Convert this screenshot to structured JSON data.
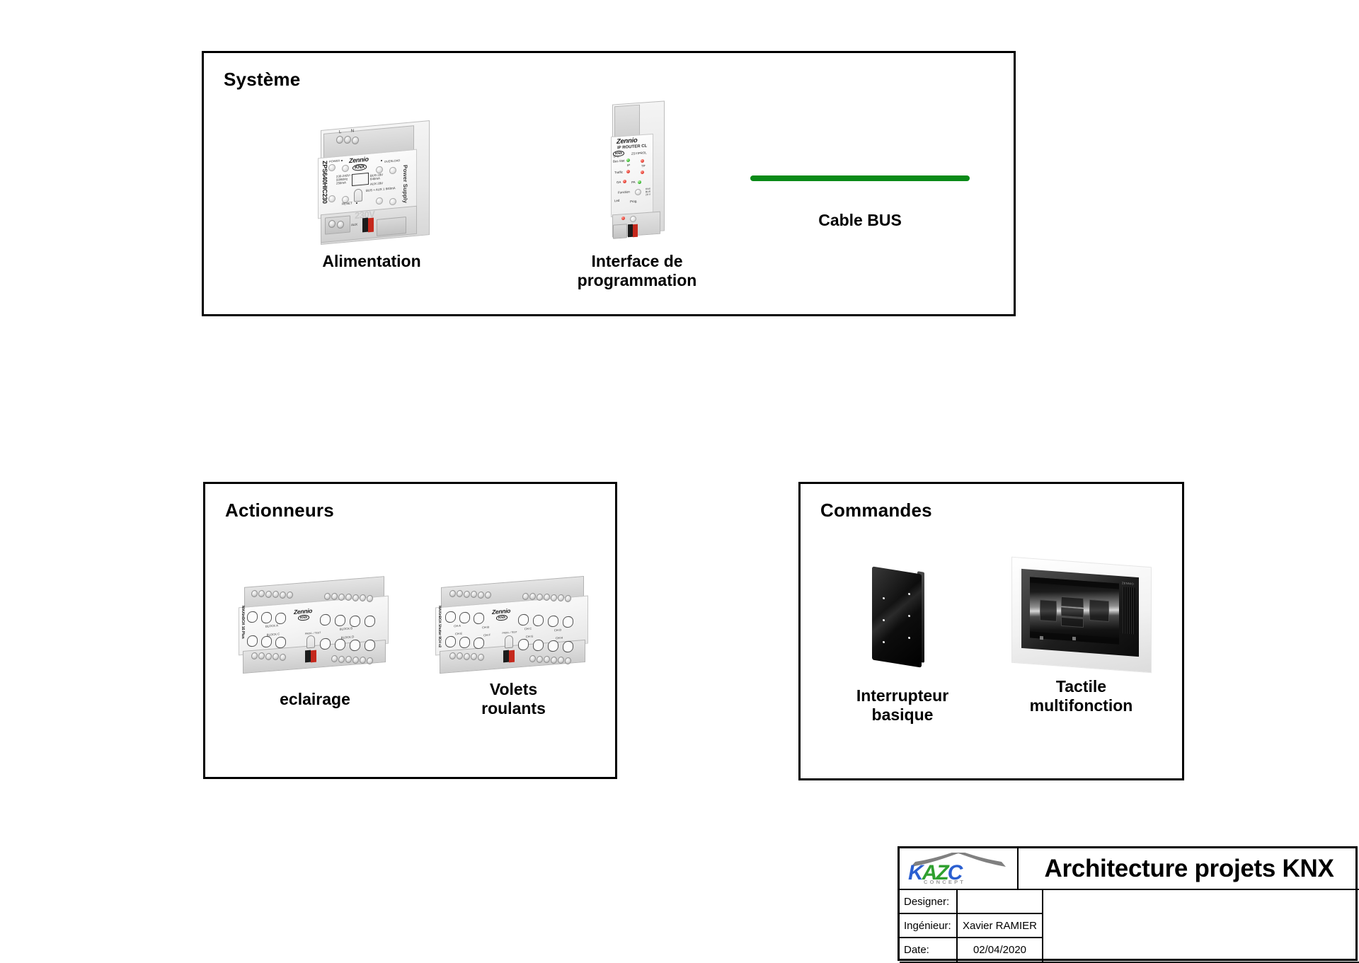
{
  "page": {
    "background": "#ffffff",
    "accent_green": "#0a8a18",
    "logo_blue": "#2b5fd0",
    "logo_green": "#2fa02f"
  },
  "groups": [
    {
      "id": "systeme",
      "title": "Système",
      "devices": [
        {
          "name": "alimentation",
          "label": "Alimentation"
        },
        {
          "name": "interface-programmation",
          "label": "Interface de\nprogrammation"
        },
        {
          "name": "cable-bus",
          "label": "Cable BUS"
        }
      ]
    },
    {
      "id": "actionneurs",
      "title": "Actionneurs",
      "devices": [
        {
          "name": "actuator-eclairage",
          "label": "eclairage"
        },
        {
          "name": "actuator-volets",
          "label": "Volets\nroulants"
        }
      ]
    },
    {
      "id": "commandes",
      "title": "Commandes",
      "devices": [
        {
          "name": "interrupteur-basique",
          "label": "Interrupteur\nbasique"
        },
        {
          "name": "tactile-multifonction",
          "label": "Tactile\nmultifonction"
        }
      ]
    }
  ],
  "device_art": {
    "power_supply": {
      "brand": "Zennio",
      "standard": "KNX",
      "model_code": "ZPS640HIC230",
      "side_text": "Power Supply",
      "led_power_label": "POWER",
      "led_overload_label": "OVERLOAD",
      "reset_label": "RESET",
      "voltage_mark": "230V",
      "terminal_letters": "L N",
      "aux_label": "AUX",
      "spec_lines": [
        "230-240V~",
        "50/60Hz",
        "250mA",
        "BUS 29V",
        "640mA",
        "AUX 29V",
        "BUS + AUX 1 640mA"
      ]
    },
    "ip_router": {
      "brand": "Zennio",
      "product": "IP ROUTER CL",
      "standard": "KNX",
      "model_code": "ZSYIPROL",
      "rows": [
        {
          "label": "Bus Stat",
          "left_led": "green",
          "right_led": "red"
        },
        {
          "label": "Traffic",
          "left_led": "red",
          "right_led": "red"
        }
      ],
      "column_left": "IP",
      "column_right": "TP",
      "ga_label": "GA",
      "ga_led": "red",
      "pa_label": "PA",
      "pa_led": "green",
      "function_label": "Function",
      "led_btn_label": "Led",
      "prog_btn_label": "Prog.",
      "side_spec": [
        "KNX",
        "BUS",
        "29 V"
      ],
      "tp_label": "TP-X"
    },
    "actuator_lighting": {
      "brand": "Zennio",
      "standard": "KNX",
      "model_name": "MAXinBOX 16 Plus",
      "blocks": [
        "BLOCK A",
        "BLOCK B",
        "BLOCK C",
        "BLOCK D"
      ],
      "prog_label": "PROG. / TEST"
    },
    "actuator_shutter": {
      "brand": "Zennio",
      "standard": "KNX",
      "model_name": "MAXinBOX Shutter 8CH v2",
      "channels": [
        "CH A",
        "CH B",
        "CH C",
        "CH D",
        "CH E",
        "CH F",
        "CH G",
        "CH H"
      ],
      "prog_label": "PROG. / TEST"
    },
    "bus_cable": {
      "color": "#0a8a18"
    },
    "basic_switch": {
      "led_count": 6,
      "glass_color": "#0a0a0a"
    },
    "touch_panel": {
      "frame_color": "#ffffff",
      "bezel_color": "#1d1d1d"
    }
  },
  "title_block": {
    "logo": {
      "name": "KAZC",
      "part_1": "K",
      "part_2": "AZ",
      "part_3": "C",
      "tagline": "CONCEPT"
    },
    "document_title": "Architecture projets KNX",
    "rows": [
      {
        "key": "Designer:",
        "value": ""
      },
      {
        "key": "Ingénieur:",
        "value": "Xavier RAMIER"
      },
      {
        "key": "Date:",
        "value": "02/04/2020"
      }
    ]
  }
}
